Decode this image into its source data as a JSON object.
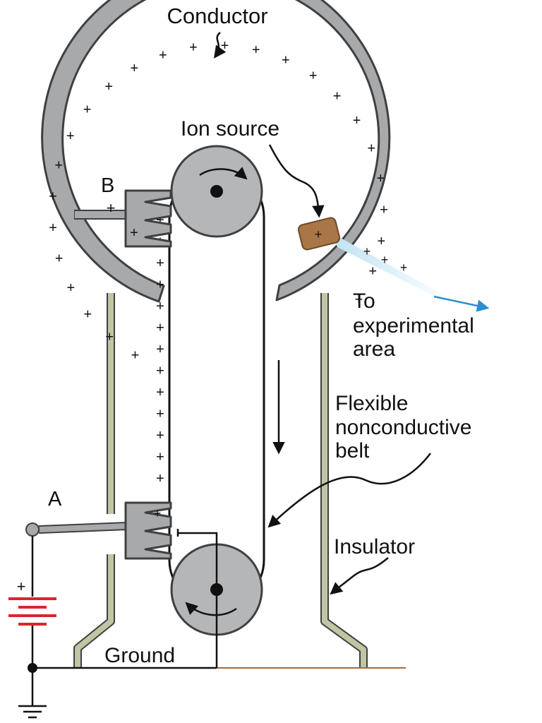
{
  "labels": {
    "conductor": "Conductor",
    "ion_source": "Ion source",
    "b": "B",
    "a": "A",
    "to_line1": "To",
    "to_line2": "experimental",
    "to_line3": "area",
    "belt_line1": "Flexible",
    "belt_line2": "nonconductive",
    "belt_line3": "belt",
    "insulator": "Insulator",
    "ground": "Ground"
  },
  "symbols": {
    "plus": "+",
    "minus": "−"
  },
  "colors": {
    "conductor_fill": "#a7a9ab",
    "outline": "#3f4042",
    "insulator": "#c2c5a3",
    "pulley": "#b4b6b8",
    "ion_source": "#a87647",
    "beam": "#cfeaf5",
    "arrow_blue": "#2a8fd0",
    "battery_red": "#d9262b",
    "floor": "#a56b42"
  }
}
